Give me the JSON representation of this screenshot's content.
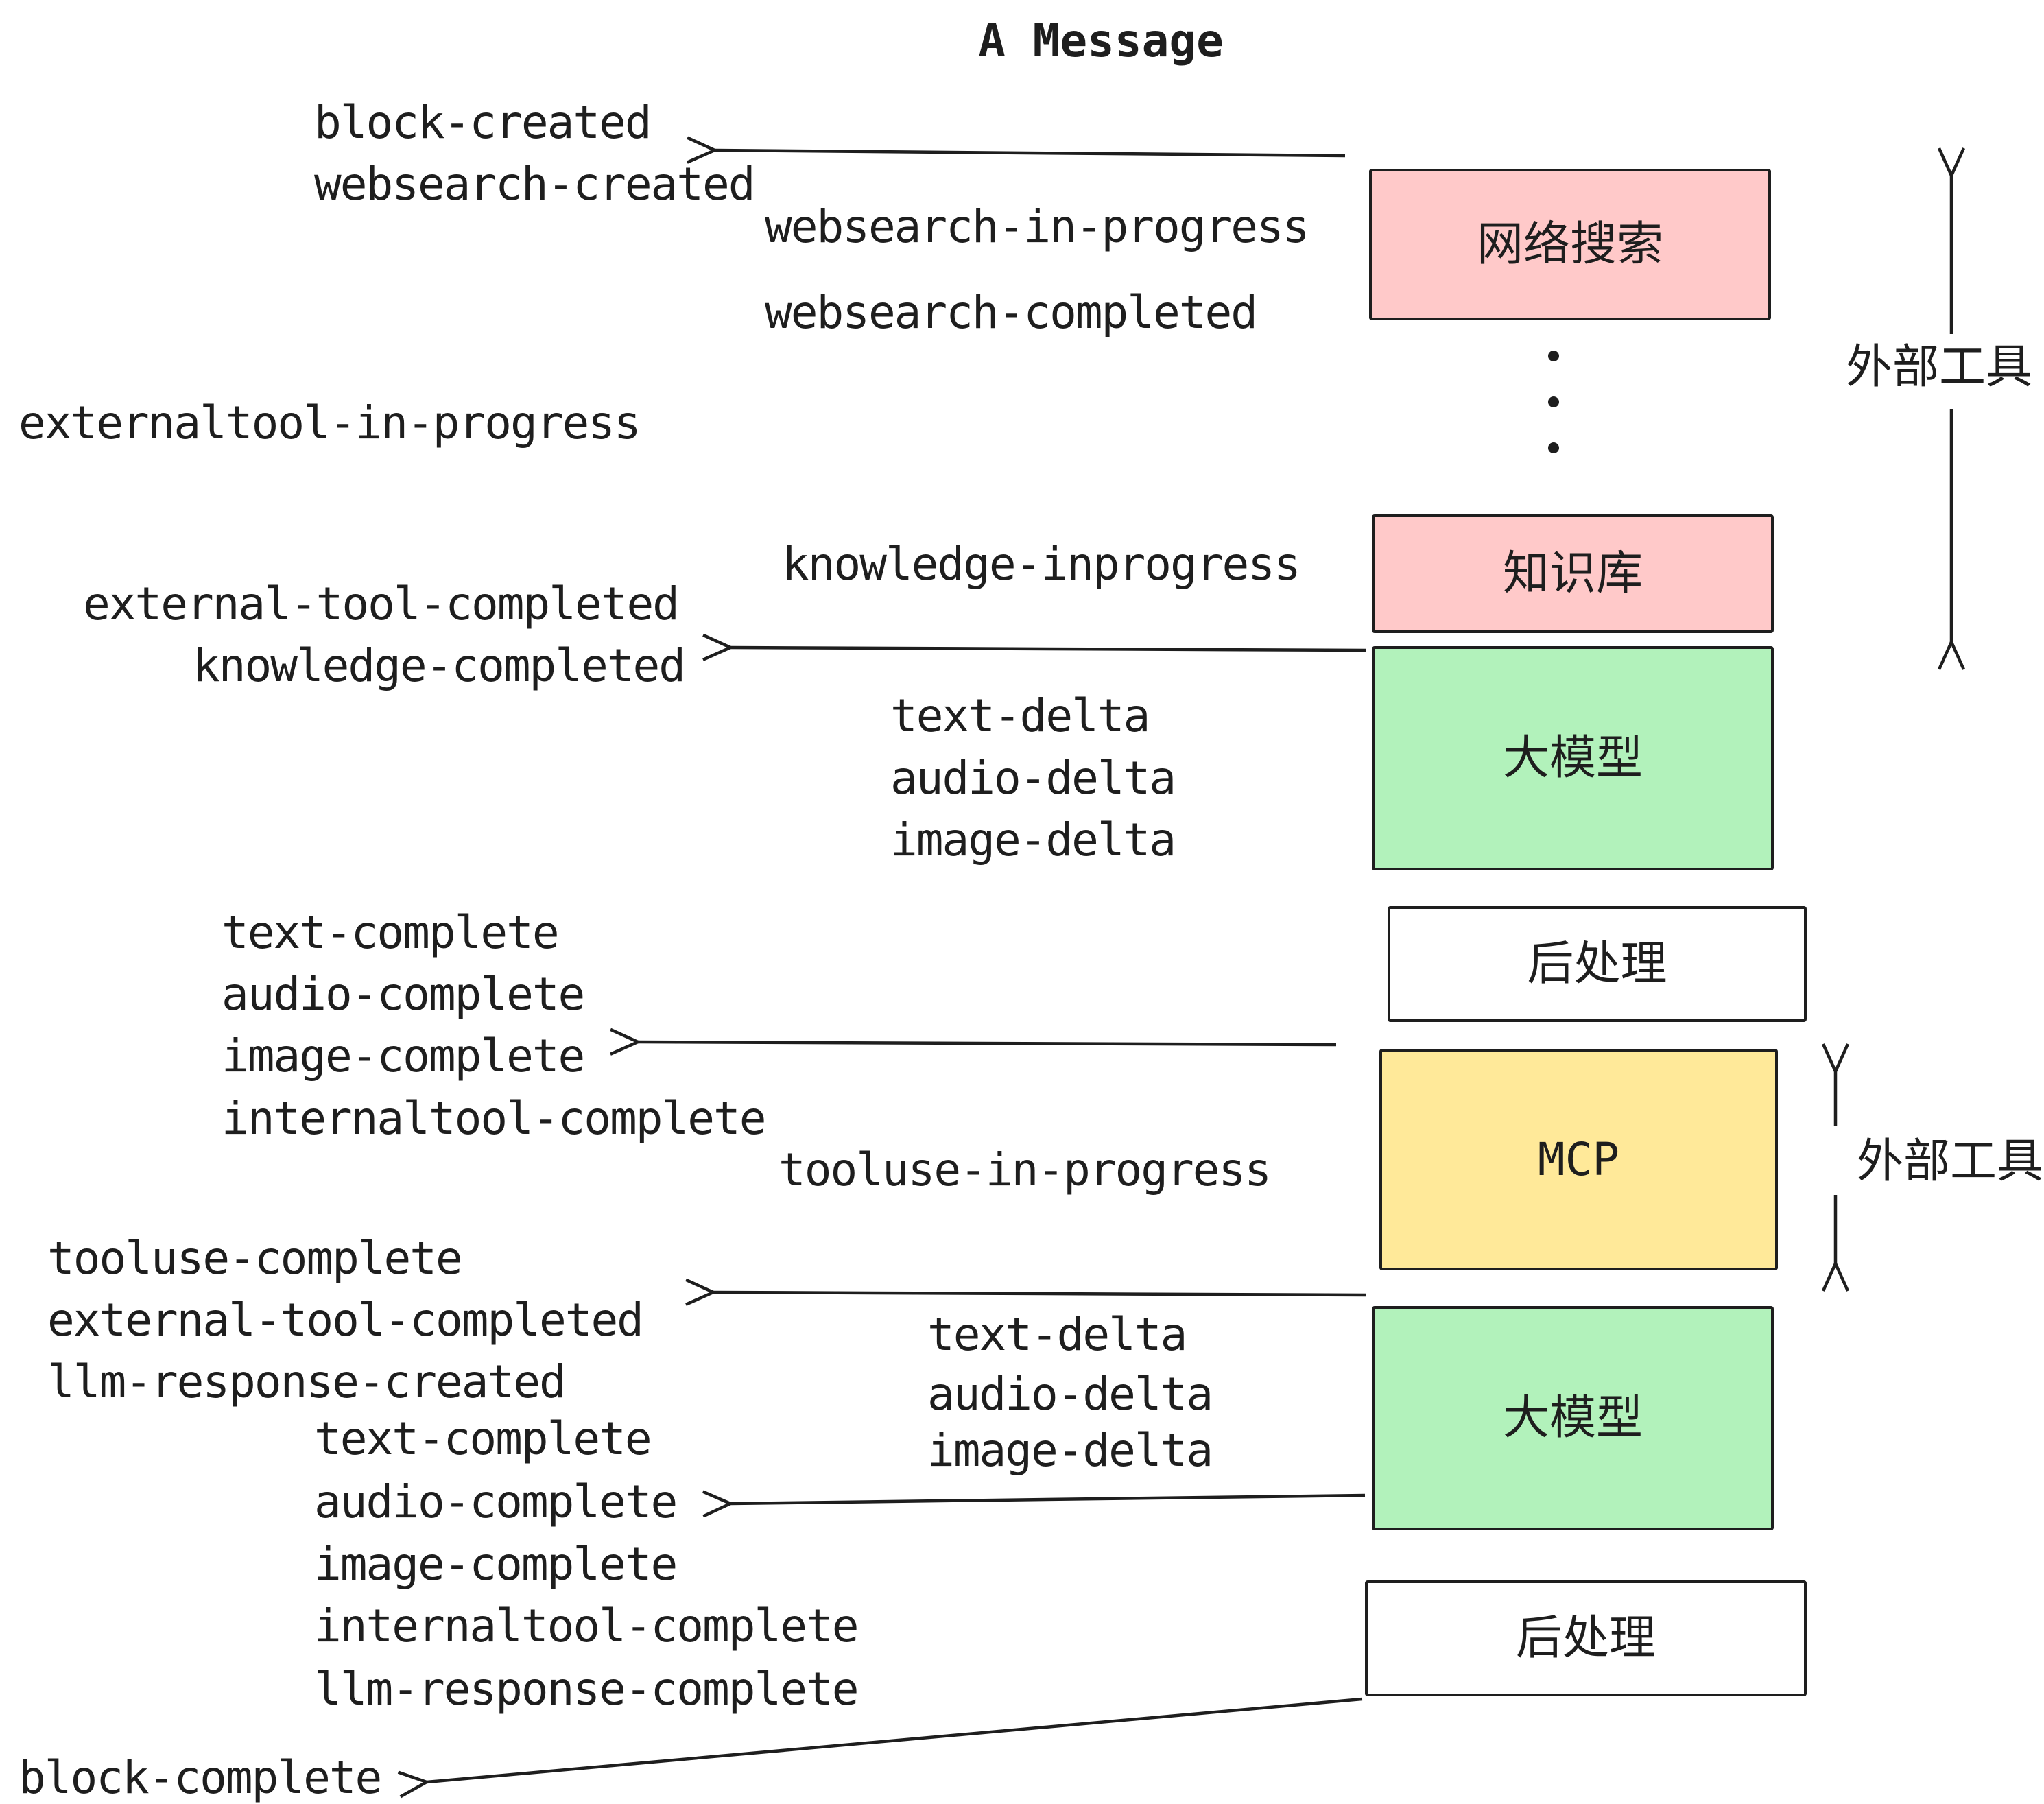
{
  "title": "A Message",
  "events": [
    "block-created",
    "websearch-created",
    "websearch-in-progress",
    "websearch-completed",
    "externaltool-in-progress",
    "knowledge-inprogress",
    "external-tool-completed",
    "knowledge-completed",
    "text-delta",
    "audio-delta",
    "image-delta",
    "text-complete",
    "audio-complete",
    "image-complete",
    "internaltool-complete",
    "tooluse-in-progress",
    "tooluse-complete",
    "external-tool-completed",
    "llm-response-created",
    "text-delta",
    "audio-delta",
    "image-delta",
    "text-complete",
    "audio-complete",
    "image-complete",
    "internaltool-complete",
    "llm-response-complete",
    "block-complete"
  ],
  "boxes": [
    {
      "label": "网络搜索",
      "color": "#ffc9c9"
    },
    {
      "label": "知识库",
      "color": "#ffc9c9"
    },
    {
      "label": "大模型",
      "color": "#b2f2bb"
    },
    {
      "label": "后处理",
      "color": "#ffffff"
    },
    {
      "label": "MCP",
      "color": "#ffe999"
    },
    {
      "label": "大模型",
      "color": "#b2f2bb"
    },
    {
      "label": "后处理",
      "color": "#ffffff"
    }
  ],
  "side_labels": [
    "外部工具",
    "外部工具"
  ],
  "colors": {
    "stroke": "#1e1e1e",
    "pink": "#ffc9c9",
    "green": "#b2f2bb",
    "yellow": "#ffe999",
    "text": "#1e1e1e",
    "background": "#ffffff"
  }
}
